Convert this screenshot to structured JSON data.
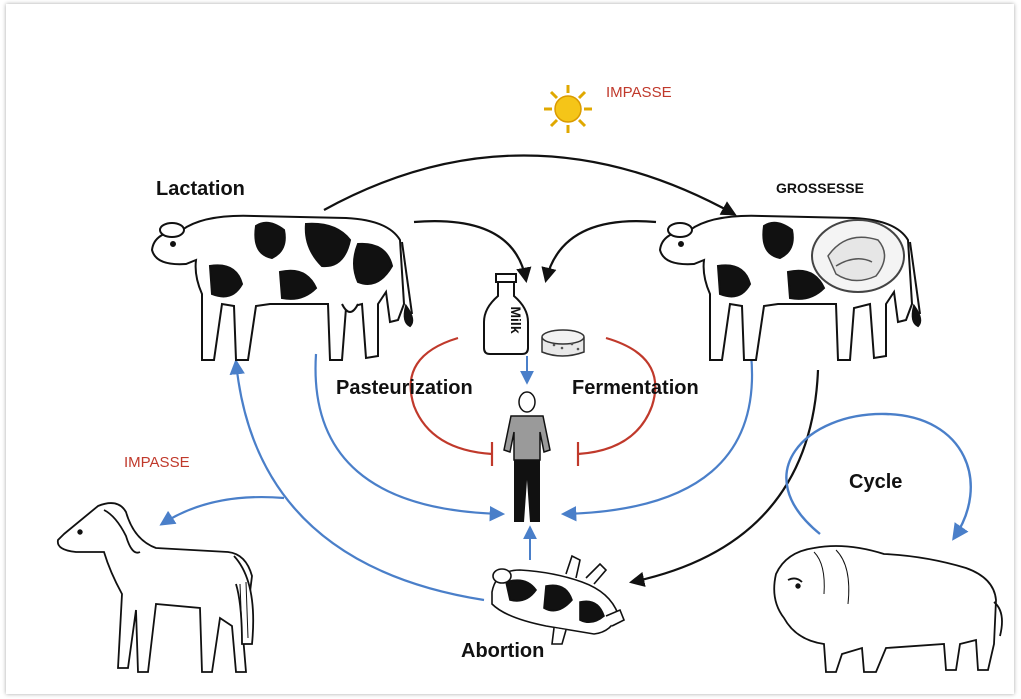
{
  "labels": {
    "lactation": "Lactation",
    "grossesse": "GROSSESSE",
    "impasse_top": "IMPASSE",
    "impasse_left": "IMPASSE",
    "pasteurization": "Pasteurization",
    "fermentation": "Fermentation",
    "cycle": "Cycle",
    "abortion": "Abortion",
    "milk_bottle_text": "Milk"
  },
  "colors": {
    "arrow_black": "#111111",
    "arrow_blue": "#4a7fc9",
    "inhibit_red": "#c0392b",
    "sun": "#f5c518",
    "impasse_text": "#c0392b"
  },
  "icons": [
    "sun-icon",
    "cow-icon",
    "pregnant-cow-icon",
    "milk-bottle-icon",
    "cheese-icon",
    "human-icon",
    "horse-icon",
    "bison-icon",
    "aborted-calf-icon"
  ]
}
